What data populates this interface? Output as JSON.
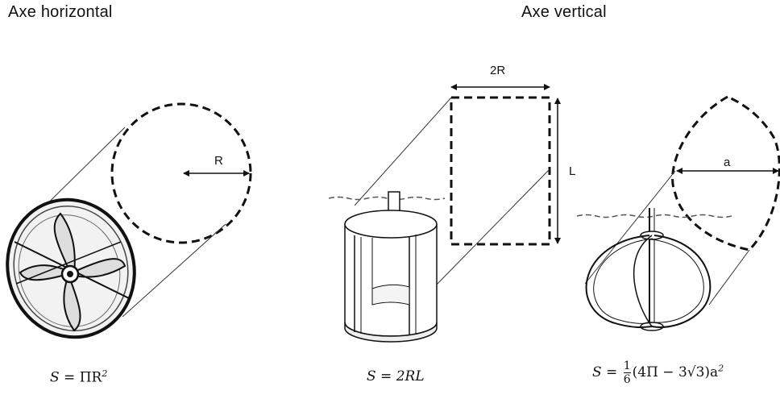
{
  "titles": {
    "left": "Axe horizontal",
    "right": "Axe vertical"
  },
  "labels": {
    "radius": "R",
    "width": "2R",
    "length": "L",
    "side": "a"
  },
  "formulas": {
    "horizontal": {
      "lhs": "S = ",
      "body": "ΠR",
      "exp": "2"
    },
    "cylinder": {
      "text": "S = 2RL"
    },
    "spherical": {
      "lhs": "S = ",
      "num": "1",
      "den": "6",
      "rest": "(4Π − 3√3)a",
      "exp": "2"
    }
  }
}
